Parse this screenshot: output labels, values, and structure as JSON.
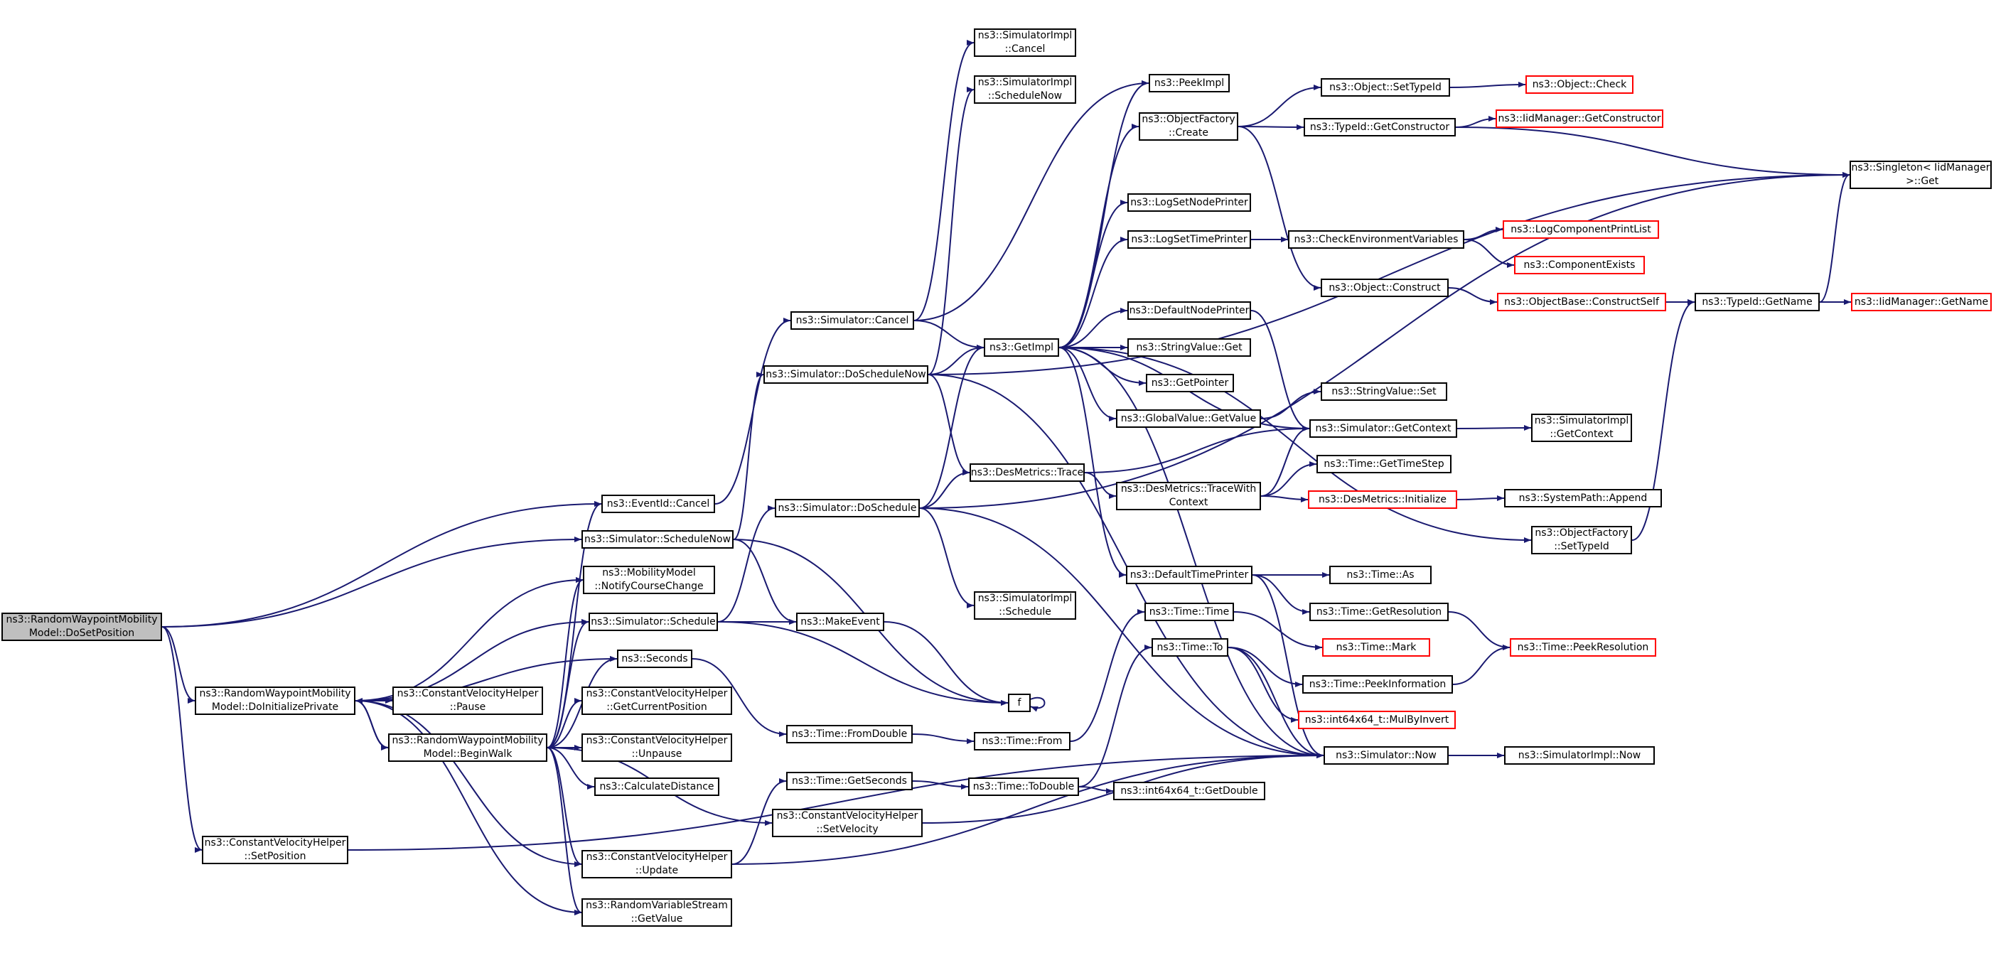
{
  "colors": {
    "edge": "#191970",
    "border": "#000000",
    "truncated_border": "#ff0000",
    "focus_fill": "#bfbfbf",
    "background": "#ffffff"
  },
  "nodes": [
    {
      "id": "rwm_dosetposition",
      "label": "ns3::RandomWaypointMobility\nModel::DoSetPosition",
      "style": "focus"
    },
    {
      "id": "rwm_doinitializeprivate",
      "label": "ns3::RandomWaypointMobility\nModel::DoInitializePrivate"
    },
    {
      "id": "cvh_setposition",
      "label": "ns3::ConstantVelocityHelper\n::SetPosition"
    },
    {
      "id": "eventid_cancel",
      "label": "ns3::EventId::Cancel"
    },
    {
      "id": "sim_schedulenow",
      "label": "ns3::Simulator::ScheduleNow"
    },
    {
      "id": "mm_notifycoursechange",
      "label": "ns3::MobilityModel\n::NotifyCourseChange"
    },
    {
      "id": "sim_schedule",
      "label": "ns3::Simulator::Schedule"
    },
    {
      "id": "seconds",
      "label": "ns3::Seconds"
    },
    {
      "id": "cvh_getcurrentposition",
      "label": "ns3::ConstantVelocityHelper\n::GetCurrentPosition"
    },
    {
      "id": "cvh_pause",
      "label": "ns3::ConstantVelocityHelper\n::Pause"
    },
    {
      "id": "rwm_beginwalk",
      "label": "ns3::RandomWaypointMobility\nModel::BeginWalk"
    },
    {
      "id": "cvh_unpause",
      "label": "ns3::ConstantVelocityHelper\n::Unpause"
    },
    {
      "id": "calculatedistance",
      "label": "ns3::CalculateDistance"
    },
    {
      "id": "cvh_update",
      "label": "ns3::ConstantVelocityHelper\n::Update"
    },
    {
      "id": "rvs_getvalue",
      "label": "ns3::RandomVariableStream\n::GetValue"
    },
    {
      "id": "sim_cancel",
      "label": "ns3::Simulator::Cancel"
    },
    {
      "id": "sim_doschedulenow",
      "label": "ns3::Simulator::DoScheduleNow"
    },
    {
      "id": "sim_doschedule",
      "label": "ns3::Simulator::DoSchedule"
    },
    {
      "id": "makeevent",
      "label": "ns3::MakeEvent"
    },
    {
      "id": "f",
      "label": "f"
    },
    {
      "id": "time_fromdouble",
      "label": "ns3::Time::FromDouble"
    },
    {
      "id": "time_getseconds",
      "label": "ns3::Time::GetSeconds"
    },
    {
      "id": "cvh_setvelocity",
      "label": "ns3::ConstantVelocityHelper\n::SetVelocity"
    },
    {
      "id": "simimpl_cancel",
      "label": "ns3::SimulatorImpl\n::Cancel"
    },
    {
      "id": "simimpl_schedulenow",
      "label": "ns3::SimulatorImpl\n::ScheduleNow"
    },
    {
      "id": "simimpl_schedule",
      "label": "ns3::SimulatorImpl\n::Schedule"
    },
    {
      "id": "desmetrics_trace",
      "label": "ns3::DesMetrics::Trace"
    },
    {
      "id": "time_from",
      "label": "ns3::Time::From"
    },
    {
      "id": "time_todouble",
      "label": "ns3::Time::ToDouble"
    },
    {
      "id": "getimpl",
      "label": "ns3::GetImpl"
    },
    {
      "id": "peekimpl",
      "label": "ns3::PeekImpl"
    },
    {
      "id": "objfactory_create",
      "label": "ns3::ObjectFactory\n::Create"
    },
    {
      "id": "logsetnodeprinter",
      "label": "ns3::LogSetNodePrinter"
    },
    {
      "id": "logsettimeprinter",
      "label": "ns3::LogSetTimePrinter"
    },
    {
      "id": "defaultnodeprinter",
      "label": "ns3::DefaultNodePrinter"
    },
    {
      "id": "stringvalue_get",
      "label": "ns3::StringValue::Get"
    },
    {
      "id": "getpointer",
      "label": "ns3::GetPointer"
    },
    {
      "id": "globalvalue_getvalue",
      "label": "ns3::GlobalValue::GetValue"
    },
    {
      "id": "desmetrics_tracewithcontext",
      "label": "ns3::DesMetrics::TraceWith\nContext"
    },
    {
      "id": "defaulttimeprinter",
      "label": "ns3::DefaultTimePrinter"
    },
    {
      "id": "time_time",
      "label": "ns3::Time::Time"
    },
    {
      "id": "time_to",
      "label": "ns3::Time::To"
    },
    {
      "id": "int64x64_getdouble",
      "label": "ns3::int64x64_t::GetDouble"
    },
    {
      "id": "object_settypeid",
      "label": "ns3::Object::SetTypeId"
    },
    {
      "id": "typeid_getconstructor",
      "label": "ns3::TypeId::GetConstructor"
    },
    {
      "id": "checkenvvars",
      "label": "ns3::CheckEnvironmentVariables"
    },
    {
      "id": "object_construct",
      "label": "ns3::Object::Construct"
    },
    {
      "id": "stringvalue_set",
      "label": "ns3::StringValue::Set"
    },
    {
      "id": "sim_getcontext",
      "label": "ns3::Simulator::GetContext"
    },
    {
      "id": "time_gettimestep",
      "label": "ns3::Time::GetTimeStep"
    },
    {
      "id": "desmetrics_initialize",
      "label": "ns3::DesMetrics::Initialize",
      "style": "truncated"
    },
    {
      "id": "time_as",
      "label": "ns3::Time::As"
    },
    {
      "id": "time_getresolution",
      "label": "ns3::Time::GetResolution"
    },
    {
      "id": "time_mark",
      "label": "ns3::Time::Mark",
      "style": "truncated"
    },
    {
      "id": "time_peekinformation",
      "label": "ns3::Time::PeekInformation"
    },
    {
      "id": "int64x64_mulbyinvert",
      "label": "ns3::int64x64_t::MulByInvert",
      "style": "truncated"
    },
    {
      "id": "sim_now",
      "label": "ns3::Simulator::Now"
    },
    {
      "id": "object_check",
      "label": "ns3::Object::Check",
      "style": "truncated"
    },
    {
      "id": "iidmanager_getconstructor",
      "label": "ns3::IidManager::GetConstructor",
      "style": "truncated"
    },
    {
      "id": "logcomponentprintlist",
      "label": "ns3::LogComponentPrintList",
      "style": "truncated"
    },
    {
      "id": "componentexists",
      "label": "ns3::ComponentExists",
      "style": "truncated"
    },
    {
      "id": "objectbase_constructself",
      "label": "ns3::ObjectBase::ConstructSelf",
      "style": "truncated"
    },
    {
      "id": "simimpl_getcontext",
      "label": "ns3::SimulatorImpl\n::GetContext"
    },
    {
      "id": "systempath_append",
      "label": "ns3::SystemPath::Append"
    },
    {
      "id": "objfactory_settypeid",
      "label": "ns3::ObjectFactory\n::SetTypeId"
    },
    {
      "id": "time_peekresolution",
      "label": "ns3::Time::PeekResolution",
      "style": "truncated"
    },
    {
      "id": "simimpl_now",
      "label": "ns3::SimulatorImpl::Now"
    },
    {
      "id": "typeid_getname",
      "label": "ns3::TypeId::GetName"
    },
    {
      "id": "singleton_get",
      "label": "ns3::Singleton< IidManager\n >::Get"
    },
    {
      "id": "iidmanager_getname",
      "label": "ns3::IidManager::GetName",
      "style": "truncated"
    }
  ],
  "edges": [
    [
      "rwm_dosetposition",
      "eventid_cancel"
    ],
    [
      "rwm_dosetposition",
      "sim_schedulenow"
    ],
    [
      "rwm_dosetposition",
      "rwm_doinitializeprivate"
    ],
    [
      "rwm_dosetposition",
      "cvh_setposition"
    ],
    [
      "rwm_doinitializeprivate",
      "mm_notifycoursechange"
    ],
    [
      "rwm_doinitializeprivate",
      "sim_schedule"
    ],
    [
      "rwm_doinitializeprivate",
      "seconds"
    ],
    [
      "rwm_doinitializeprivate",
      "cvh_pause"
    ],
    [
      "rwm_doinitializeprivate",
      "rwm_beginwalk"
    ],
    [
      "rwm_doinitializeprivate",
      "cvh_update"
    ],
    [
      "rwm_doinitializeprivate",
      "rvs_getvalue"
    ],
    [
      "rwm_beginwalk",
      "eventid_cancel"
    ],
    [
      "rwm_beginwalk",
      "mm_notifycoursechange"
    ],
    [
      "rwm_beginwalk",
      "sim_schedule"
    ],
    [
      "rwm_beginwalk",
      "seconds"
    ],
    [
      "rwm_beginwalk",
      "cvh_getcurrentposition"
    ],
    [
      "rwm_beginwalk",
      "cvh_unpause"
    ],
    [
      "rwm_beginwalk",
      "calculatedistance"
    ],
    [
      "rwm_beginwalk",
      "cvh_update"
    ],
    [
      "rwm_beginwalk",
      "rvs_getvalue"
    ],
    [
      "rwm_beginwalk",
      "rwm_doinitializeprivate"
    ],
    [
      "rwm_beginwalk",
      "cvh_setvelocity"
    ],
    [
      "cvh_setposition",
      "sim_now"
    ],
    [
      "eventid_cancel",
      "sim_cancel"
    ],
    [
      "sim_schedulenow",
      "sim_doschedulenow"
    ],
    [
      "sim_schedulenow",
      "makeevent"
    ],
    [
      "sim_schedulenow",
      "f"
    ],
    [
      "sim_schedule",
      "sim_doschedule"
    ],
    [
      "sim_schedule",
      "makeevent"
    ],
    [
      "sim_schedule",
      "f"
    ],
    [
      "seconds",
      "time_fromdouble"
    ],
    [
      "makeevent",
      "f"
    ],
    [
      "f",
      "f"
    ],
    [
      "time_fromdouble",
      "time_from"
    ],
    [
      "time_from",
      "time_time"
    ],
    [
      "cvh_update",
      "time_getseconds"
    ],
    [
      "cvh_update",
      "sim_now"
    ],
    [
      "time_getseconds",
      "time_todouble"
    ],
    [
      "cvh_setvelocity",
      "sim_now"
    ],
    [
      "time_todouble",
      "time_to"
    ],
    [
      "time_todouble",
      "int64x64_getdouble"
    ],
    [
      "sim_cancel",
      "simimpl_cancel"
    ],
    [
      "sim_cancel",
      "peekimpl"
    ],
    [
      "sim_cancel",
      "getimpl"
    ],
    [
      "sim_doschedulenow",
      "simimpl_schedulenow"
    ],
    [
      "sim_doschedulenow",
      "singleton_get"
    ],
    [
      "sim_doschedulenow",
      "getimpl"
    ],
    [
      "sim_doschedulenow",
      "desmetrics_trace"
    ],
    [
      "sim_doschedulenow",
      "sim_now"
    ],
    [
      "sim_doschedule",
      "desmetrics_trace"
    ],
    [
      "sim_doschedule",
      "getimpl"
    ],
    [
      "sim_doschedule",
      "simimpl_schedule"
    ],
    [
      "sim_doschedule",
      "sim_now"
    ],
    [
      "sim_doschedule",
      "singleton_get"
    ],
    [
      "getimpl",
      "peekimpl"
    ],
    [
      "getimpl",
      "objfactory_create"
    ],
    [
      "getimpl",
      "logsetnodeprinter"
    ],
    [
      "getimpl",
      "logsettimeprinter"
    ],
    [
      "getimpl",
      "defaultnodeprinter"
    ],
    [
      "getimpl",
      "stringvalue_get"
    ],
    [
      "getimpl",
      "getpointer"
    ],
    [
      "getimpl",
      "globalvalue_getvalue"
    ],
    [
      "getimpl",
      "defaulttimeprinter"
    ],
    [
      "getimpl",
      "objfactory_settypeid"
    ],
    [
      "getimpl",
      "sim_now"
    ],
    [
      "sim_getcontext",
      "getimpl"
    ],
    [
      "objfactory_create",
      "object_settypeid"
    ],
    [
      "objfactory_create",
      "typeid_getconstructor"
    ],
    [
      "objfactory_create",
      "object_construct"
    ],
    [
      "logsettimeprinter",
      "checkenvvars"
    ],
    [
      "defaultnodeprinter",
      "sim_getcontext"
    ],
    [
      "globalvalue_getvalue",
      "stringvalue_set"
    ],
    [
      "desmetrics_trace",
      "sim_getcontext"
    ],
    [
      "desmetrics_trace",
      "desmetrics_tracewithcontext"
    ],
    [
      "desmetrics_tracewithcontext",
      "sim_getcontext"
    ],
    [
      "desmetrics_tracewithcontext",
      "time_gettimestep"
    ],
    [
      "desmetrics_tracewithcontext",
      "desmetrics_initialize"
    ],
    [
      "defaulttimeprinter",
      "time_as"
    ],
    [
      "defaulttimeprinter",
      "time_getresolution"
    ],
    [
      "defaulttimeprinter",
      "sim_now"
    ],
    [
      "time_time",
      "time_mark"
    ],
    [
      "time_to",
      "time_peekinformation"
    ],
    [
      "time_to",
      "int64x64_mulbyinvert"
    ],
    [
      "time_to",
      "sim_now"
    ],
    [
      "object_settypeid",
      "object_check"
    ],
    [
      "typeid_getconstructor",
      "iidmanager_getconstructor"
    ],
    [
      "typeid_getconstructor",
      "singleton_get"
    ],
    [
      "checkenvvars",
      "logcomponentprintlist"
    ],
    [
      "checkenvvars",
      "componentexists"
    ],
    [
      "object_construct",
      "objectbase_constructself"
    ],
    [
      "sim_getcontext",
      "simimpl_getcontext"
    ],
    [
      "desmetrics_initialize",
      "systempath_append"
    ],
    [
      "time_getresolution",
      "time_peekresolution"
    ],
    [
      "time_peekinformation",
      "time_peekresolution"
    ],
    [
      "sim_now",
      "simimpl_now"
    ],
    [
      "objectbase_constructself",
      "typeid_getname"
    ],
    [
      "objfactory_settypeid",
      "typeid_getname"
    ],
    [
      "typeid_getname",
      "singleton_get"
    ],
    [
      "typeid_getname",
      "iidmanager_getname"
    ]
  ]
}
